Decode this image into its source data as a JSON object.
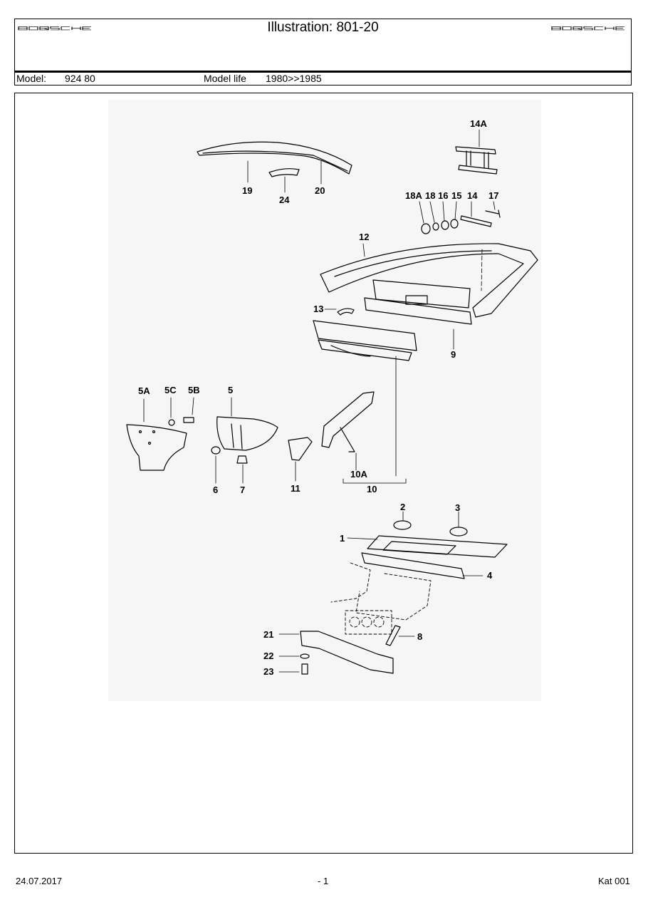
{
  "header": {
    "title": "Illustration: 801-20",
    "logo_left": "PORSCHE",
    "logo_right": "PORSCHE",
    "model_label": "Model:",
    "model_value": "924 80",
    "model_life_label": "Model life",
    "model_life_value": "1980>>1985"
  },
  "callouts": {
    "c14A": "14A",
    "c19": "19",
    "c24": "24",
    "c20": "20",
    "c18A": "18A",
    "c18": "18",
    "c16": "16",
    "c15": "15",
    "c14": "14",
    "c17": "17",
    "c12": "12",
    "c13": "13",
    "c9": "9",
    "c5A": "5A",
    "c5C": "5C",
    "c5B": "5B",
    "c5": "5",
    "c6": "6",
    "c7": "7",
    "c11": "11",
    "c10A": "10A",
    "c10": "10",
    "c2": "2",
    "c3": "3",
    "c1": "1",
    "c4": "4",
    "c8": "8",
    "c21": "21",
    "c22": "22",
    "c23": "23"
  },
  "footer": {
    "date": "24.07.2017",
    "page": "- 1",
    "catalog": "Kat 001"
  }
}
